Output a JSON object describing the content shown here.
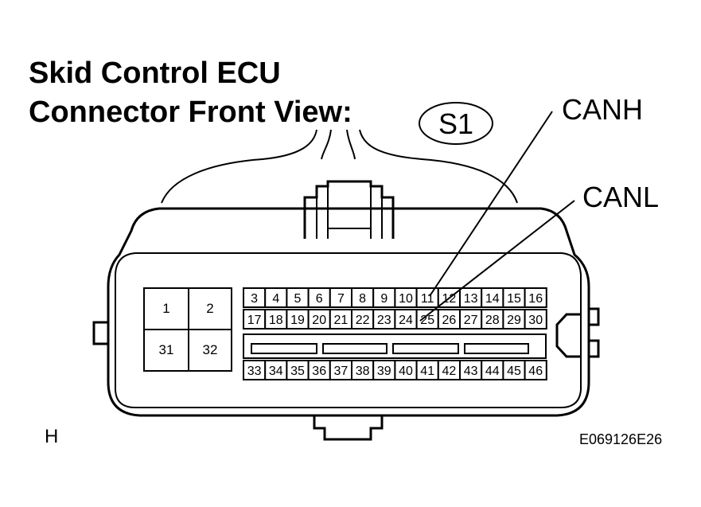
{
  "title": {
    "line1": "Skid Control ECU",
    "line2": "Connector Front View:"
  },
  "connector_id": "S1",
  "callouts": {
    "canh": "CANH",
    "canl": "CANL"
  },
  "corner_letter": "H",
  "figure_code": "E069126E26",
  "large_pins": [
    "1",
    "2",
    "31",
    "32"
  ],
  "pin_rows": {
    "top": [
      "3",
      "4",
      "5",
      "6",
      "7",
      "8",
      "9",
      "10",
      "11",
      "12",
      "13",
      "14",
      "15",
      "16"
    ],
    "middle": [
      "17",
      "18",
      "19",
      "20",
      "21",
      "22",
      "23",
      "24",
      "25",
      "26",
      "27",
      "28",
      "29",
      "30"
    ],
    "bottom": [
      "33",
      "34",
      "35",
      "36",
      "37",
      "38",
      "39",
      "40",
      "41",
      "42",
      "43",
      "44",
      "45",
      "46"
    ]
  }
}
